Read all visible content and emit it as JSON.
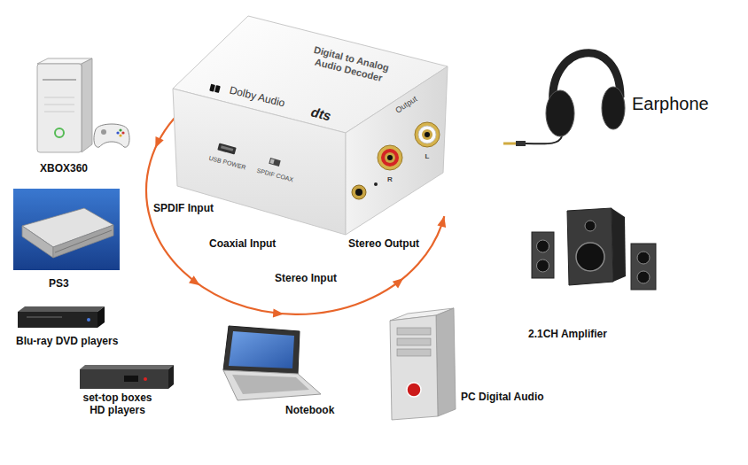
{
  "diagram": {
    "nodes": [
      {
        "text": [
          "Digital to Analog Audio Decoder",
          "Dolby Audio",
          "dts",
          "Output",
          "R",
          "L",
          "USB POWER",
          "SPDIF COAX"
        ]
      }
    ],
    "labels": [
      "Earphone",
      "XBOX360",
      "SPDIF Input",
      "PS3",
      "Coaxial Input",
      "Stereo Output",
      "Stereo Input",
      "2.1CH Amplifier",
      "Blu-ray DVD players",
      "set-top boxes HD players",
      "Notebook",
      "PC Digital Audio"
    ]
  }
}
